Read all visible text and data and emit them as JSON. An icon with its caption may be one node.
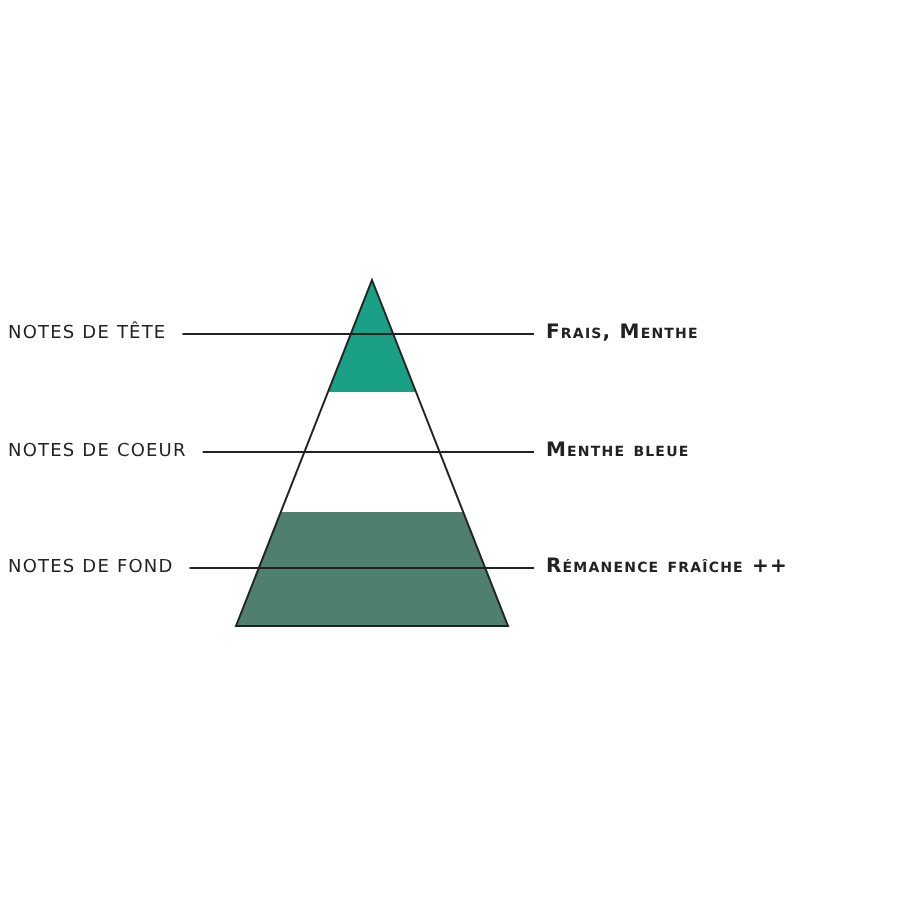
{
  "diagram": {
    "nodes": [
      {
        "text": [
          "NOTES DE TÊTE"
        ]
      },
      {
        "text": [
          "Frais, Menthe"
        ]
      },
      {
        "text": [
          "NOTES DE COEUR"
        ]
      },
      {
        "text": [
          "Menthe bleue"
        ]
      },
      {
        "text": [
          "NOTES DE FOND"
        ]
      },
      {
        "text": [
          "Rémanence fraîche ++"
        ]
      }
    ],
    "edges": [
      {
        "from": 0,
        "to": 1,
        "arrow": "none"
      },
      {
        "from": 2,
        "to": 3,
        "arrow": "none"
      },
      {
        "from": 4,
        "to": 5,
        "arrow": "none"
      }
    ]
  }
}
